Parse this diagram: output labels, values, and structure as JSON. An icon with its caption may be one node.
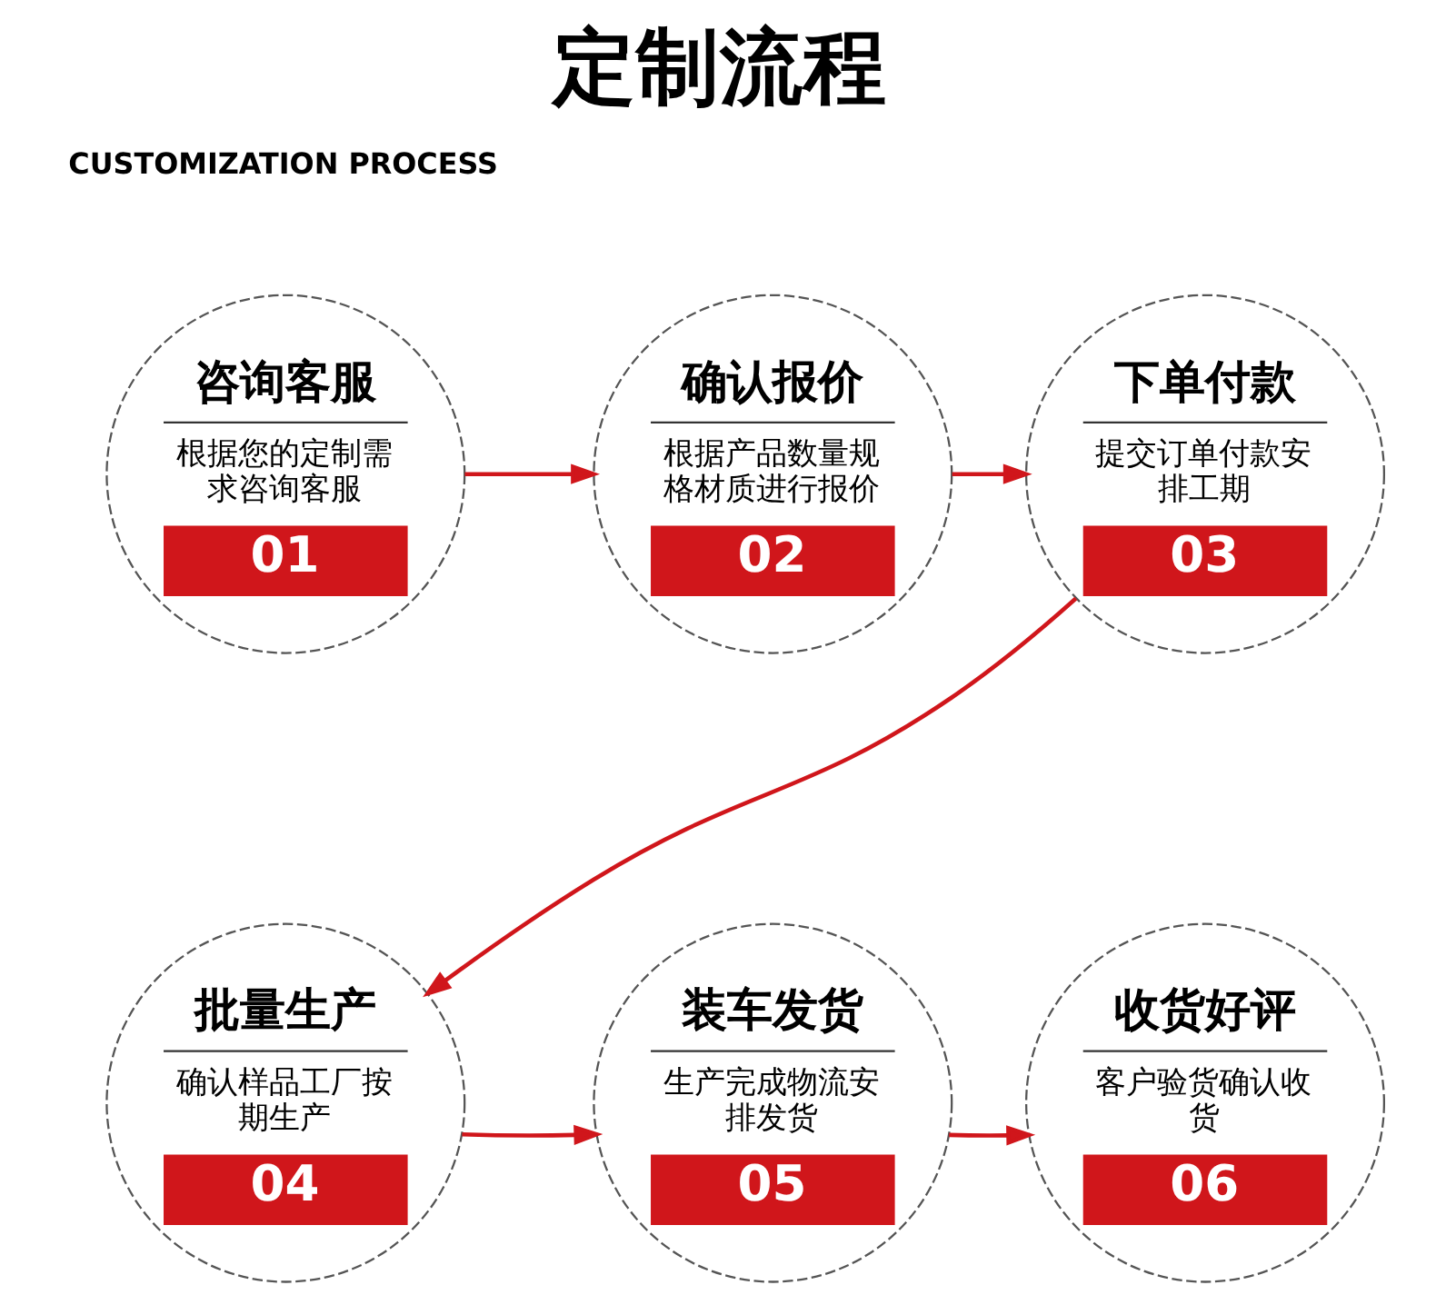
{
  "diagram": {
    "title": "定制流程",
    "nodes": [
      {
        "text": [
          "咨询客服",
          "根据您的定制需求咨询客服",
          "01"
        ]
      },
      {
        "text": [
          "确认报价",
          "根据产品数量规格材质进行报价",
          "02"
        ]
      },
      {
        "text": [
          "下单付款",
          "提交订单付款安排工期",
          "03"
        ]
      },
      {
        "text": [
          "收货好评",
          "客户验货确认收货",
          "06"
        ]
      },
      {
        "text": [
          "装车发货",
          "生产完成物流安排发货",
          "05"
        ]
      },
      {
        "text": [
          "批量生产",
          "确认样品工厂按期生产",
          "04"
        ]
      }
    ],
    "edges": [
      {
        "from": 0,
        "to": 1,
        "arrow": "to"
      },
      {
        "from": 1,
        "to": 2,
        "arrow": "to"
      },
      {
        "from": 2,
        "to": 5,
        "arrow": "to"
      },
      {
        "from": 5,
        "to": 4,
        "arrow": "to"
      },
      {
        "from": 4,
        "to": 3,
        "arrow": "to"
      }
    ],
    "labels": [
      "CUSTOMIZATION PROCESS"
    ]
  }
}
